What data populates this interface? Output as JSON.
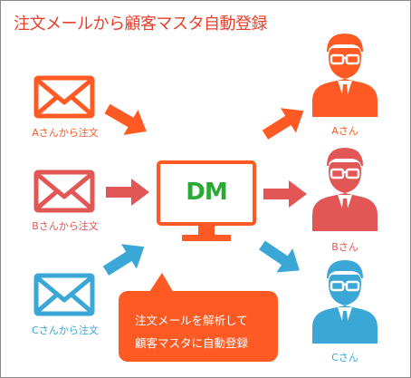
{
  "title": "注文メールから顧客マスタ自動登録",
  "colors": {
    "orange": "#ff5a23",
    "red": "#e25656",
    "blue": "#3aa7d6",
    "title": "#e8402b"
  },
  "senders": [
    {
      "label": "Aさんから注文",
      "color": "#ff5a23",
      "icon": "envelope-icon"
    },
    {
      "label": "Bさんから注文",
      "color": "#e25656",
      "icon": "envelope-icon"
    },
    {
      "label": "Cさんから注文",
      "color": "#3aa7d6",
      "icon": "envelope-icon"
    }
  ],
  "monitor": {
    "logo": "DM",
    "icon": "monitor-icon"
  },
  "callout": {
    "line1": "注文メールを解析して",
    "line2": "顧客マスタに自動登録"
  },
  "customers": [
    {
      "label": "Aさん",
      "color": "#ff5a23",
      "icon": "person-icon"
    },
    {
      "label": "Bさん",
      "color": "#e25656",
      "icon": "person-icon"
    },
    {
      "label": "Cさん",
      "color": "#3aa7d6",
      "icon": "person-icon"
    }
  ]
}
